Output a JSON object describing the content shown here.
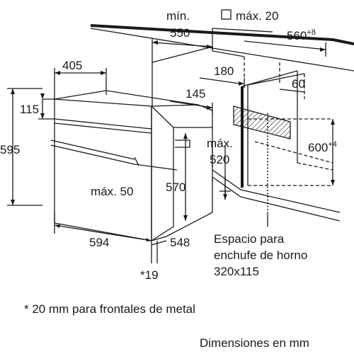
{
  "labels": {
    "min": "mín.",
    "max20": "máx. 20",
    "d550": "550",
    "d560": "560",
    "d560_sup": "+8",
    "d405": "405",
    "d180": "180",
    "d145": "145",
    "d60": "60",
    "d115": "115",
    "d595": "595",
    "max_a": "máx.",
    "d520": "520",
    "d600": "600",
    "d600_sup": "+4",
    "max50": "máx. 50",
    "d570": "570",
    "d594": "594",
    "d548": "548",
    "d19": "*19"
  },
  "notes": {
    "socket_line1": "Espacio para",
    "socket_line2": "enchufe de horno",
    "socket_line3": "320x115",
    "footnote": "* 20 mm para frontales de metal",
    "units": "Dimensiones en mm"
  }
}
